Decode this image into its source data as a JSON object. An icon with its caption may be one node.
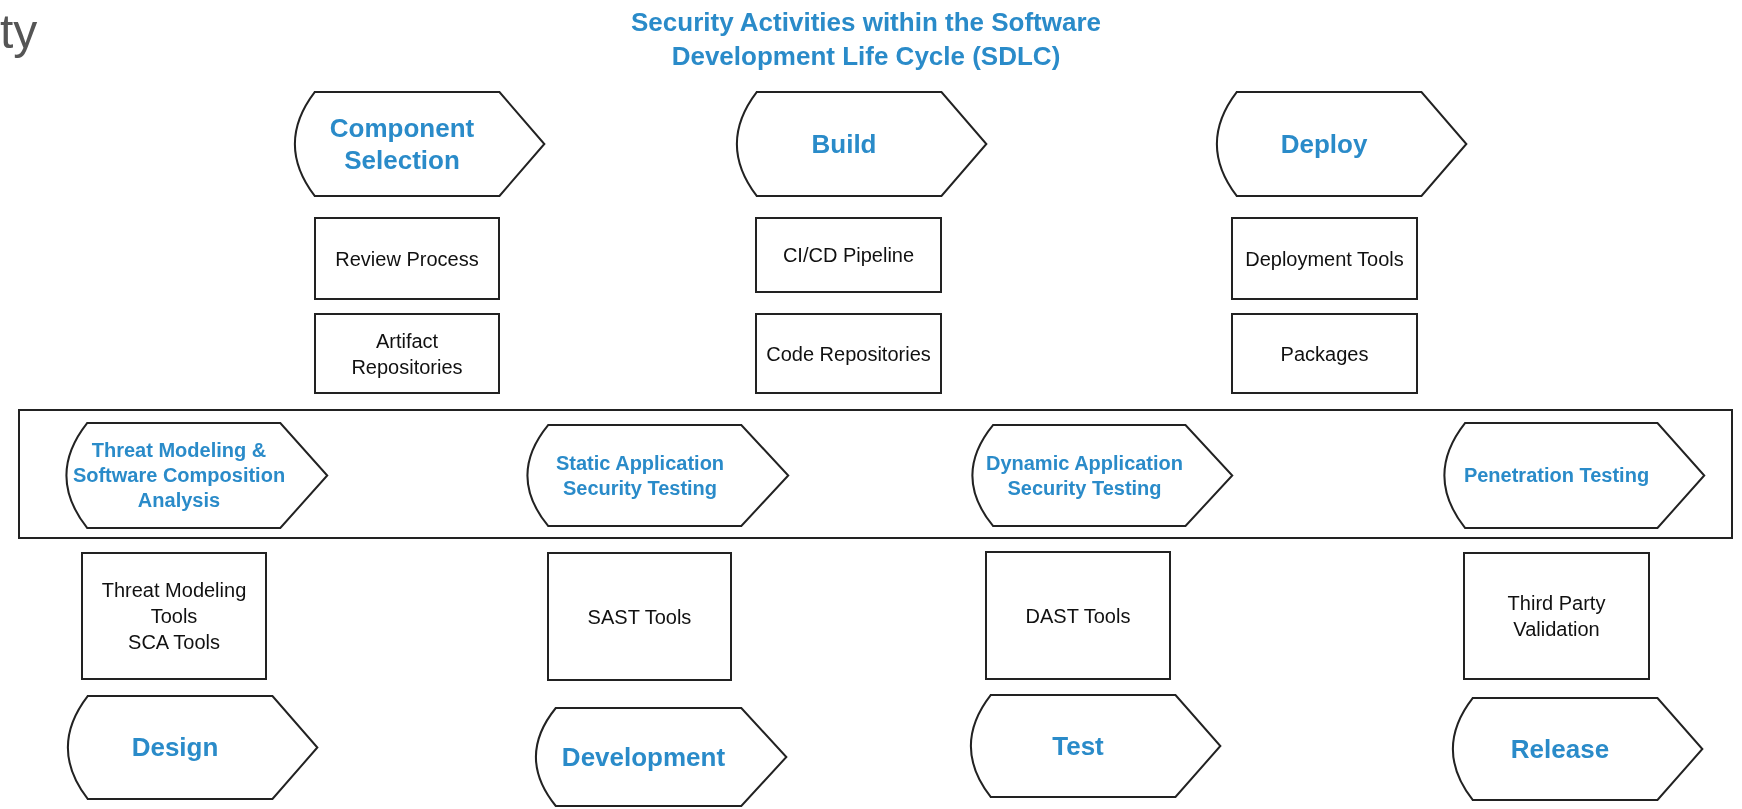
{
  "diagram": {
    "title": "Security Activities within the Software Development Life Cycle (SDLC)",
    "nodes": [
      {
        "text": [
          "Component Selection"
        ]
      },
      {
        "text": [
          "Build"
        ]
      },
      {
        "text": [
          "Deploy"
        ]
      },
      {
        "text": [
          "Review Process"
        ]
      },
      {
        "text": [
          "CI/CD Pipeline"
        ]
      },
      {
        "text": [
          "Deployment Tools"
        ]
      },
      {
        "text": [
          "Artifact Repositories"
        ]
      },
      {
        "text": [
          "Code Repositories"
        ]
      },
      {
        "text": [
          "Packages"
        ]
      },
      {
        "text": [],
        "shape": "box"
      },
      {
        "text": [
          "Threat Modeling & Software Composition Analysis"
        ],
        "in": 9
      },
      {
        "text": [
          "Static Application Security Testing"
        ],
        "in": 9
      },
      {
        "text": [
          "Dynamic Application Security Testing"
        ],
        "in": 9
      },
      {
        "text": [
          "Penetration Testing"
        ],
        "in": 9
      },
      {
        "text": [
          "Threat Modeling Tools",
          "SCA Tools"
        ]
      },
      {
        "text": [
          "SAST Tools"
        ]
      },
      {
        "text": [
          "DAST Tools"
        ]
      },
      {
        "text": [
          "Third Party Validation"
        ]
      },
      {
        "text": [
          "Design"
        ]
      },
      {
        "text": [
          "Development"
        ]
      },
      {
        "text": [
          "Test"
        ]
      },
      {
        "text": [
          "Release"
        ]
      }
    ],
    "edges": [],
    "labels": [
      "ty"
    ]
  }
}
